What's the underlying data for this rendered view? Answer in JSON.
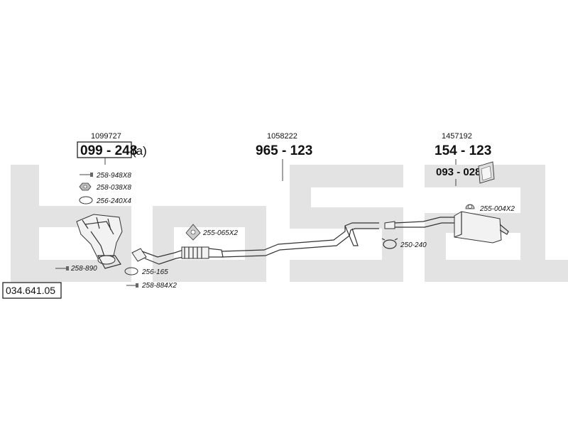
{
  "catalog_number": "034.641.05",
  "watermark_colour": "#e3e3e3",
  "groups": {
    "front": {
      "ref_number": "1099727",
      "part": "099 - 248",
      "suffix": "(a)"
    },
    "middle": {
      "ref_number": "1058222",
      "part": "965 - 123"
    },
    "rear": {
      "ref_number": "1457192",
      "part": "154 - 123",
      "sub_part": "093 - 028"
    }
  },
  "labels": {
    "bolt_a": "258-948X8",
    "nut": "258-038X8",
    "gasket_a": "256-240X4",
    "bolt_b": "258-890",
    "gasket_b": "256-165",
    "bolt_c": "258-884X2",
    "mount_a": "255-065X2",
    "clamp": "250-240",
    "mount_b": "255-004X2"
  }
}
